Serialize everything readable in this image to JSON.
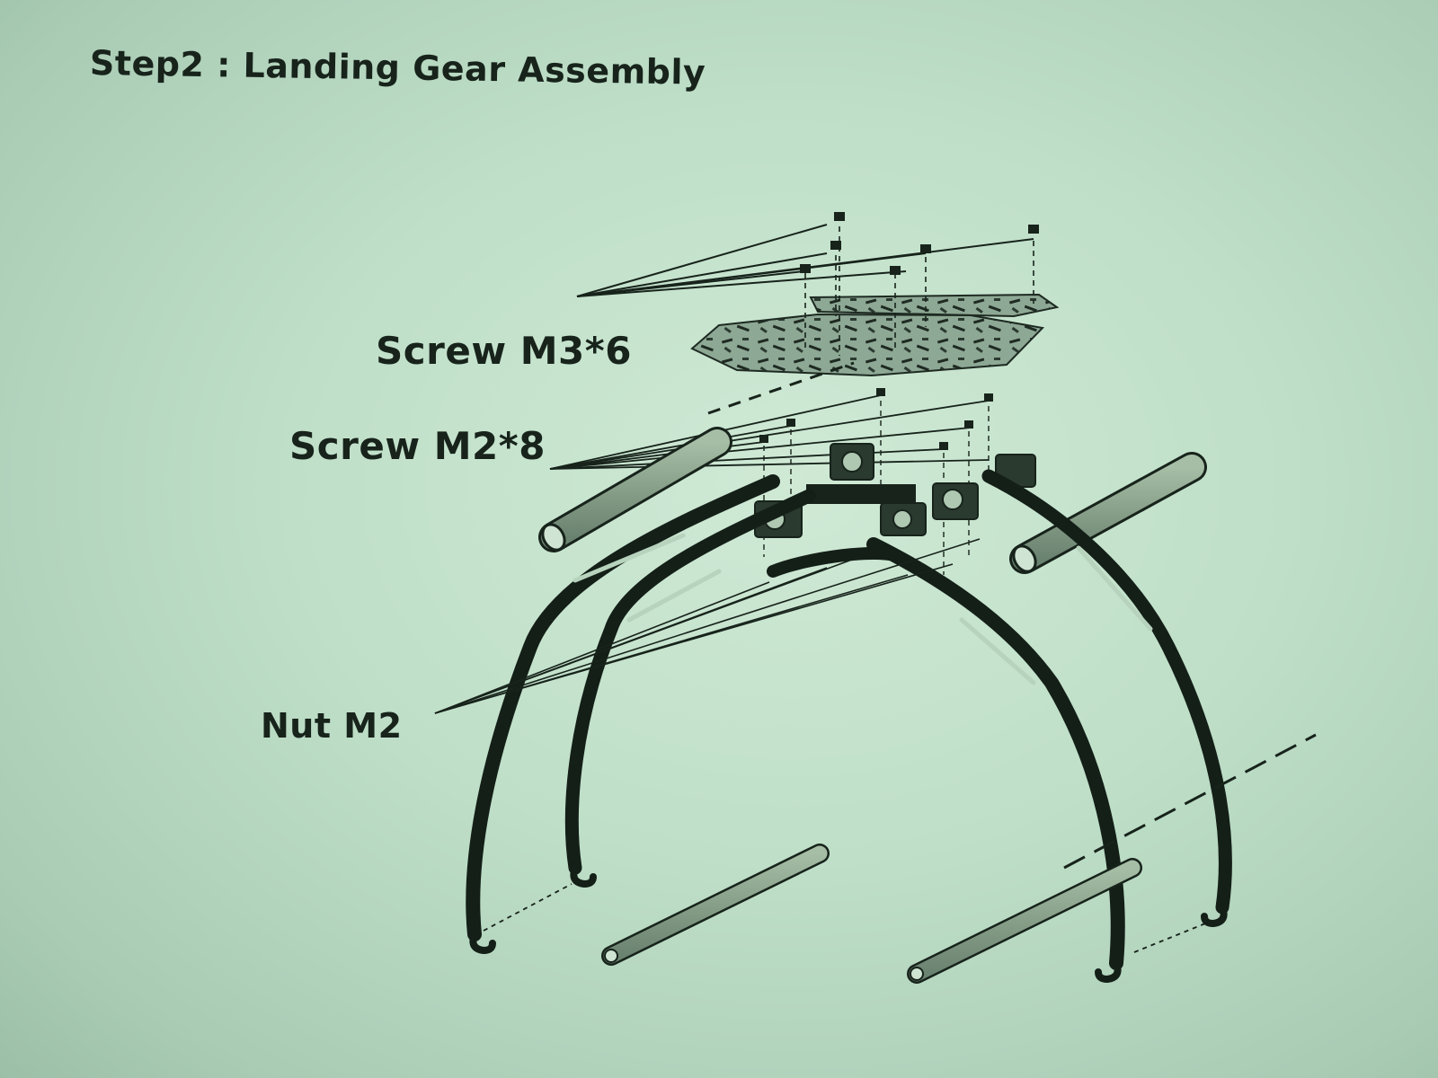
{
  "title": "Step2 : Landing Gear Assembly",
  "labels": {
    "screw_m3": "Screw M3*6",
    "screw_m2": "Screw M2*8",
    "nut_m2": "Nut M2"
  },
  "colors": {
    "paper": "#c4e2cc",
    "ink": "#17231b",
    "tube": "#8fa88f",
    "plate_speckle": "#1e2a22"
  }
}
